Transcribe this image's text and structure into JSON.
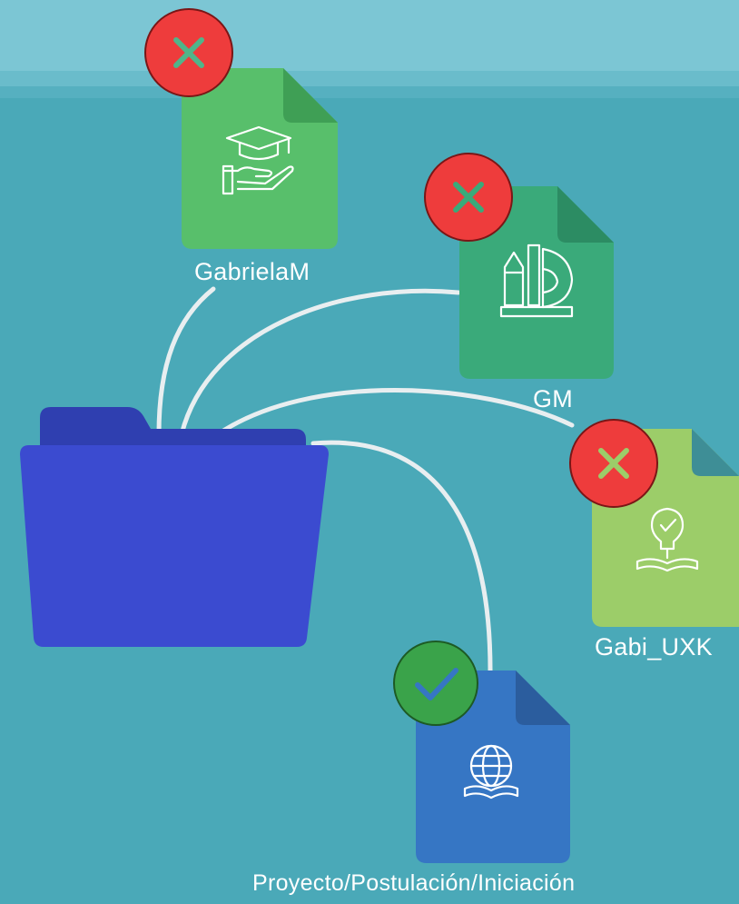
{
  "colors": {
    "background": "#4aa9b8",
    "sky_band": "#7cc6d4",
    "folder_back": "#2f3fb0",
    "folder_front": "#3b4bd0",
    "doc_1": "#58bf6b",
    "doc_2": "#3aaa7a",
    "doc_3": "#9ccd69",
    "doc_4": "#3676c4",
    "reject_badge": "#ee3c3c",
    "accept_badge": "#3aa34a",
    "connector": "#e8eef0"
  },
  "folder": {
    "icon": "folder-icon"
  },
  "documents": [
    {
      "label": "GabrielaM",
      "icon": "graduation-cap-hand-icon",
      "status": "rejected",
      "badge_icon": "x-mark-icon"
    },
    {
      "label": "GM",
      "icon": "pencil-ruler-protractor-icon",
      "status": "rejected",
      "badge_icon": "x-mark-icon"
    },
    {
      "label": "Gabi_UXK",
      "icon": "lightbulb-book-icon",
      "status": "rejected",
      "badge_icon": "x-mark-icon"
    },
    {
      "label": "Proyecto/Postulación/Iniciación",
      "icon": "globe-book-icon",
      "status": "accepted",
      "badge_icon": "check-mark-icon"
    }
  ]
}
